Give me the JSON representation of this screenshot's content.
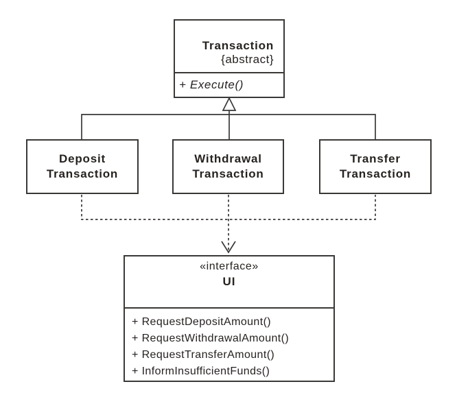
{
  "diagram_type": "uml-class-diagram",
  "classes": {
    "transaction": {
      "name": "Transaction",
      "constraint": "{abstract}",
      "method": "+ Execute()"
    },
    "deposit": {
      "name": "Deposit\nTransaction"
    },
    "withdrawal": {
      "name": "Withdrawal\nTransaction"
    },
    "transfer": {
      "name": "Transfer\nTransaction"
    },
    "ui": {
      "stereotype": "«interface»",
      "name": "UI",
      "methods": [
        "+ RequestDepositAmount()",
        "+ RequestWithdrawalAmount()",
        "+ RequestTransferAmount()",
        "+ InformInsufficientFunds()"
      ]
    }
  },
  "relationships": {
    "generalization": "Deposit/Withdrawal/Transfer Transaction --|> Transaction",
    "dependency": "Deposit/Withdrawal/Transfer Transaction ..> UI"
  },
  "colors": {
    "line": "#3a3836",
    "background": "#ffffff",
    "text": "#262220"
  }
}
